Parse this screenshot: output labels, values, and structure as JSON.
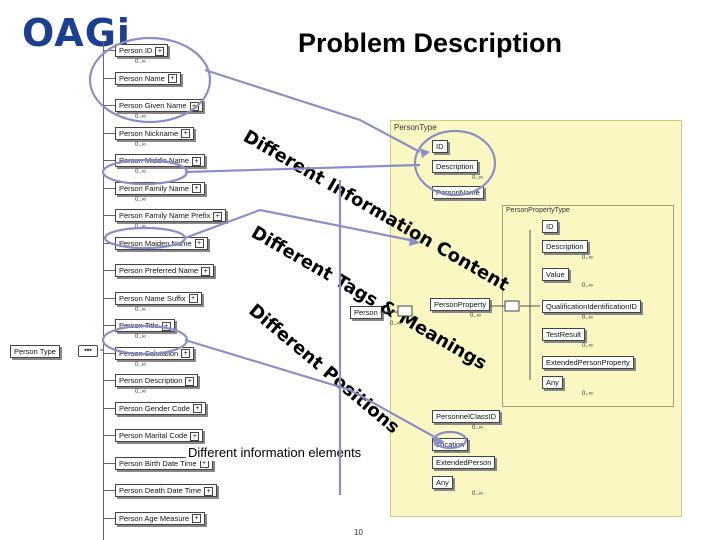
{
  "header": {
    "logo_text": "OAGi",
    "title": "Problem Description"
  },
  "left_tree": {
    "root": "Person Type",
    "elements": [
      {
        "label": "Person ID",
        "card": "0..∞"
      },
      {
        "label": "Person Name",
        "card": ""
      },
      {
        "label": "Person Given Name",
        "card": "0..∞"
      },
      {
        "label": "Person Nickname",
        "card": "0..∞"
      },
      {
        "label": "Person Middle Name",
        "card": "0..∞"
      },
      {
        "label": "Person Family Name",
        "card": "0..∞"
      },
      {
        "label": "Person Family Name Prefix",
        "card": "0..∞"
      },
      {
        "label": "Person Maiden Name",
        "card": ""
      },
      {
        "label": "Person Preferred Name",
        "card": ""
      },
      {
        "label": "Person Name Suffix",
        "card": "0..∞"
      },
      {
        "label": "Person Title",
        "card": "0..∞"
      },
      {
        "label": "Person Salutation",
        "card": "0..∞"
      },
      {
        "label": "Person Description",
        "card": "0..∞"
      },
      {
        "label": "Person Gender Code",
        "card": ""
      },
      {
        "label": "Person Marital Code",
        "card": ""
      },
      {
        "label": "Person Birth Date Time",
        "card": ""
      },
      {
        "label": "Person Death Date Time",
        "card": ""
      },
      {
        "label": "Person Age Measure",
        "card": ""
      }
    ]
  },
  "right_diagram": {
    "panel_title": "PersonType",
    "top_elements": [
      {
        "label": "ID",
        "card": ""
      },
      {
        "label": "Description",
        "card": "0..∞"
      },
      {
        "label": "PersonName",
        "card": ""
      }
    ],
    "person": {
      "label": "Person",
      "card": "0..∞"
    },
    "person_property": {
      "label": "PersonProperty",
      "card": "0..∞"
    },
    "inner_panel_title": "PersonPropertyType",
    "inner_elements": [
      {
        "label": "ID",
        "card": ""
      },
      {
        "label": "Description",
        "card": "0..∞"
      },
      {
        "label": "Value",
        "card": "0..∞"
      },
      {
        "label": "QualificationIdentificationID",
        "card": "0..∞"
      },
      {
        "label": "TestResult",
        "card": "0..∞"
      },
      {
        "label": "ExtendedPersonProperty",
        "card": ""
      },
      {
        "label": "Any",
        "card": "0..∞"
      }
    ],
    "bottom_elements": [
      {
        "label": "PersonnelClassID",
        "card": "0..∞"
      },
      {
        "label": "Location",
        "card": ""
      },
      {
        "label": "ExtendedPerson",
        "card": ""
      },
      {
        "label": "Any",
        "card": "0..∞"
      }
    ]
  },
  "annotations": {
    "different_information_content": "Different Information Content",
    "different_tags_meanings": "Different Tags & Meanings",
    "different_positions": "Different Positions",
    "callout": "Different information elements"
  },
  "footer": {
    "page_number": "10"
  },
  "colors": {
    "panel": "#fbf7c2",
    "arrow": "#8a8fc8",
    "logo": "#1d3f8f"
  }
}
